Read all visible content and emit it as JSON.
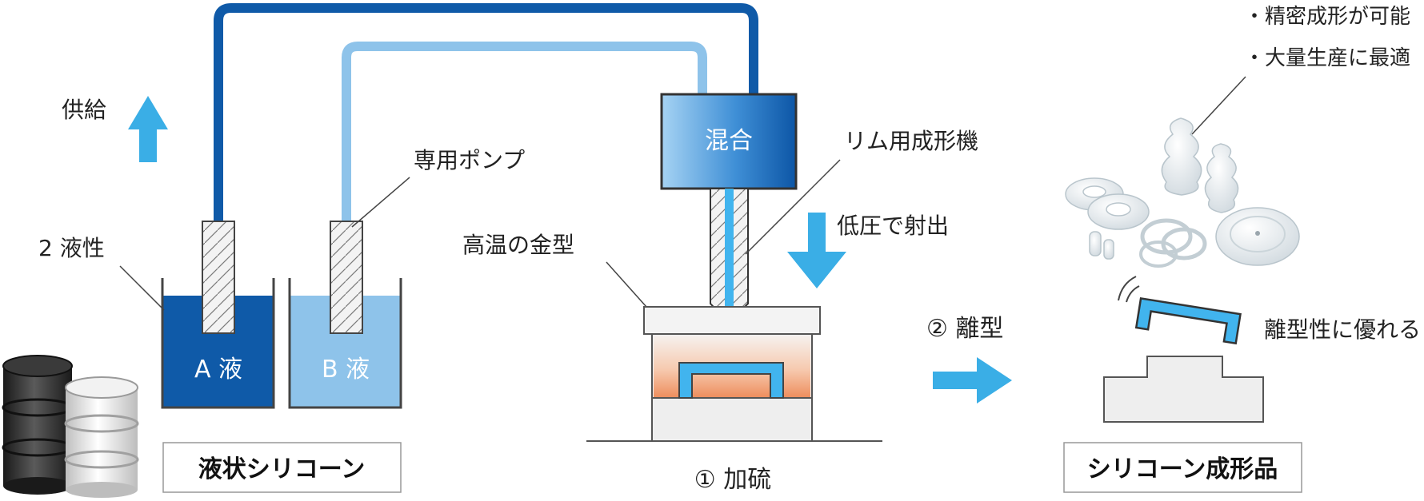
{
  "labels": {
    "supply": "供給",
    "two_part": "2 液性",
    "pump": "専用ポンプ",
    "liquid_a": "A 液",
    "liquid_b": "B 液",
    "liquid_silicone": "液状シリコーン",
    "mixing": "混合",
    "rim_machine": "リム用成形機",
    "low_pressure": "低圧で射出",
    "hot_mold": "高温の金型",
    "curing": "① 加硫",
    "release": "② 離型",
    "release_property": "離型性に優れる",
    "molded_product": "シリコーン成形品",
    "feature_1": "・精密成形が可能",
    "feature_2": "・大量生産に最適"
  },
  "colors": {
    "dark_blue": "#0f5aa8",
    "light_blue": "#8ec3ea",
    "arrow_blue": "#3aaee6",
    "cyan": "#41b4ee",
    "heat_orange": "#f0a57e",
    "mold_gray": "#eeeeee"
  },
  "icons": [
    "arrow-up-icon",
    "arrow-down-icon",
    "arrow-right-icon",
    "vibration-icon"
  ]
}
